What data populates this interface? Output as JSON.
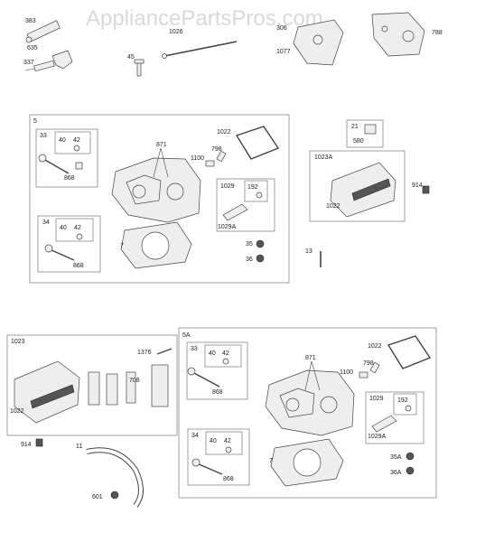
{
  "watermark": "AppliancePartsPros.com",
  "labels": {
    "l383": "383",
    "l635": "635",
    "l337": "337",
    "l45": "45",
    "l1026": "1026",
    "l306": "306",
    "l1077": "1077",
    "l788": "788",
    "g1_5": "5",
    "g1_33": "33",
    "g1_40": "40",
    "g1_42": "42",
    "g1_868a": "868",
    "g1_34": "34",
    "g1_40b": "40",
    "g1_42b": "42",
    "g1_868b": "868",
    "g1_871": "871",
    "g1_7": "7",
    "g1_1022": "1022",
    "g1_798": "798",
    "g1_1100": "1100",
    "g1_1029": "1029",
    "g1_192": "192",
    "g1_1029a": "1029A",
    "g1_35": "35",
    "g1_36": "36",
    "r_21": "21",
    "r_580": "580",
    "r_1023a": "1023A",
    "r_1022": "1022",
    "r_914": "914",
    "r_13": "13",
    "g2_1023": "1023",
    "g2_1022": "1022",
    "g2_1376": "1376",
    "g2_708": "708",
    "g2_914": "914",
    "g2_11": "11",
    "g2_601": "601",
    "g3_5a": "5A",
    "g3_33": "33",
    "g3_40": "40",
    "g3_42": "42",
    "g3_868a": "868",
    "g3_34": "34",
    "g3_40b": "40",
    "g3_42b": "42",
    "g3_868b": "868",
    "g3_871": "871",
    "g3_7": "7",
    "g3_1022": "1022",
    "g3_798": "798",
    "g3_1100": "1100",
    "g3_1029": "1029",
    "g3_192": "192",
    "g3_1029a": "1029A",
    "g3_35a": "35A",
    "g3_36a": "36A"
  }
}
